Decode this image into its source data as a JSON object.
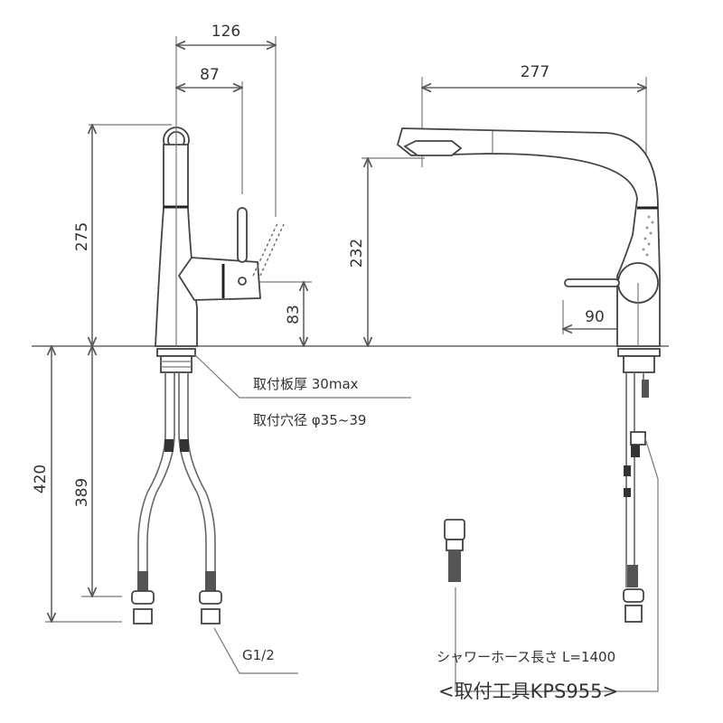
{
  "diagram": {
    "type": "faucet-technical-drawing",
    "units": "mm",
    "front_view": {
      "dimensions": {
        "width_total": "126",
        "width_handle": "87",
        "height_spout": "275",
        "height_handle": "83",
        "below_deck_total": "420",
        "below_deck_hose": "389"
      },
      "notes": {
        "mount_thickness": "取付板厚 30max",
        "mount_hole": "取付穴径 φ35~39",
        "thread": "G1/2"
      }
    },
    "side_view": {
      "dimensions": {
        "reach": "277",
        "spout_height": "232",
        "handle_offset": "90"
      },
      "notes": {
        "shower_hose": "シャワーホース長さ L=1400"
      }
    },
    "footer": {
      "tool_label": "<取付工具KPS955>"
    },
    "colors": {
      "line": "#666666",
      "text": "#333333",
      "background": "#ffffff"
    }
  }
}
